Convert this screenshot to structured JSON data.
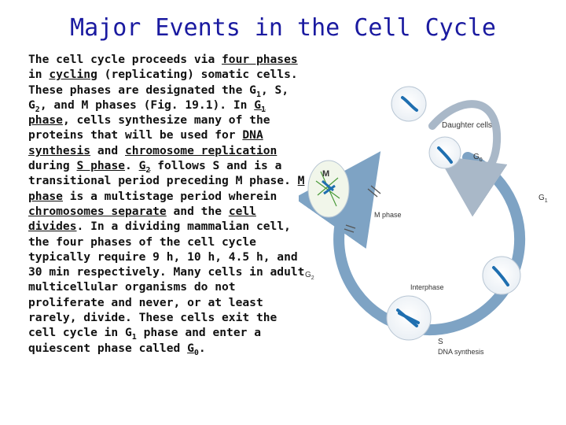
{
  "slide": {
    "title": "Major Events in the Cell Cycle"
  },
  "text": {
    "t1": "The cell cycle proceeds via ",
    "u1": "four phases",
    "t2": " in ",
    "u2": "cycling",
    "t3": " (replicating) somatic cells. These phases are designated the G",
    "s1": "1",
    "t4": ", S, G",
    "s2": "2",
    "t5": ", and M phases (Fig. 19.1). In ",
    "u3": "G",
    "us3": "1",
    "u3b": " phase",
    "t6": ", cells synthesize many of the proteins that will be used for ",
    "u4": "DNA synthesis",
    "t7": " and ",
    "u5": "chromosome replication",
    "t8": " during ",
    "u6": "S phase",
    "t9": ". ",
    "u7": "G",
    "us7": "2",
    "t10": " follows S and is a transitional period preceding M phase. ",
    "u8": "M phase",
    "t11": " is a multistage period wherein ",
    "u9": "chromosomes separate",
    "t12": " and the ",
    "u10": "cell divides",
    "t13": ". In a dividing mammalian cell, the four phases of the cell cycle typically require 9 h, 10 h, 4.5 h, and 30 min respectively. Many cells in adult multicellular organisms do not proliferate and never, or at least rarely, divide. These cells exit the cell cycle in G",
    "s3": "1",
    "t14": " phase and enter a quiescent phase called ",
    "u11": "G",
    "us11": "0",
    "t15": "."
  },
  "figure": {
    "daughter_cells": "Daughter cells",
    "g0": "G",
    "g0_sub": "0",
    "g1": "G",
    "g1_sub": "1",
    "m": "M",
    "m_phase": "M phase",
    "g2": "G",
    "g2_sub": "2",
    "interphase": "Interphase",
    "s": "S",
    "dna_synthesis": "DNA synthesis",
    "colors": {
      "cycle_arrow": "#7ea3c4",
      "g0_loop": "#a9b8c8",
      "chromosome": "#1f6fb0",
      "spindle": "#4a9a3a"
    }
  }
}
